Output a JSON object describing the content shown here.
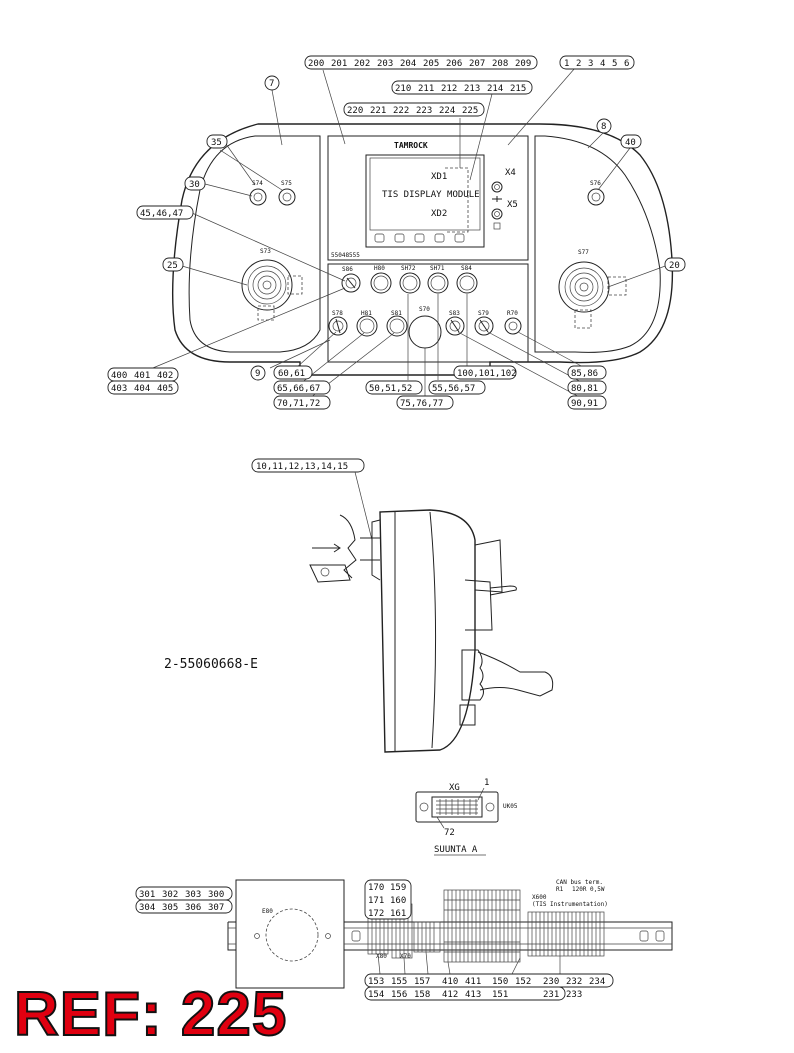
{
  "panel": {
    "brand": "TAMROCK",
    "display_module": "TIS DISPLAY MODULE",
    "xd1": "XD1",
    "xd2": "XD2",
    "x4": "X4",
    "x5": "X5",
    "part_small": "55048555",
    "sw_s74": "S74",
    "sw_s75": "S75",
    "sw_s76": "S76",
    "sw_s73": "S73",
    "sw_s77": "S77",
    "sw_s86": "S86",
    "sw_h80": "H80",
    "sw_sh72": "SH72",
    "sw_sh71": "SH71",
    "sw_s84": "S84",
    "sw_s78": "S78",
    "sw_h81": "H81",
    "sw_s81": "S81",
    "sw_s70": "S70",
    "sw_s83": "S83",
    "sw_s79": "S79",
    "sw_r70": "R70"
  },
  "callouts": {
    "top_row1": [
      "200",
      "201",
      "202",
      "203",
      "204",
      "205",
      "206",
      "207",
      "208",
      "209"
    ],
    "top_row2": [
      "210",
      "211",
      "212",
      "213",
      "214",
      "215"
    ],
    "top_row3": [
      "220",
      "221",
      "222",
      "223",
      "224",
      "225"
    ],
    "right_top": [
      "1",
      "2",
      "3",
      "4",
      "5",
      "6"
    ],
    "c7": "7",
    "c8": "8",
    "c35": "35",
    "c40": "40",
    "c30": "30",
    "c45": "45,46,47",
    "c25": "25",
    "c20": "20",
    "c9": "9",
    "c400_row1": [
      "400",
      "401",
      "402"
    ],
    "c400_row2": [
      "403",
      "404",
      "405"
    ],
    "c60": "60,61",
    "c65": "65,66,67",
    "c70": "70,71,72",
    "c50": "50,51,52",
    "c55": "55,56,57",
    "c75": "75,76,77",
    "c100": "100,101,102",
    "c85": "85,86",
    "c80": "80,81",
    "c90": "90,91"
  },
  "side_view": {
    "label_top": "10,11,12,13,14,15",
    "drawing_number": "2-55060668-E"
  },
  "connector": {
    "xg": "XG",
    "pin1": "1",
    "pin72": "72",
    "code": "UK05",
    "direction": "SUUNTA A"
  },
  "rail": {
    "e80": "E80",
    "x80": "X80",
    "x70": "X70",
    "x600": "X600",
    "tis": "(TIS Instrumentation)",
    "can_note": "CAN bus term.",
    "r1": "R1",
    "r_value": "120R 0,5W",
    "left_row1": [
      "301",
      "302",
      "303",
      "300"
    ],
    "left_row2": [
      "304",
      "305",
      "306",
      "307"
    ],
    "stack1": [
      "170",
      "171",
      "172"
    ],
    "stack2": [
      "159",
      "160",
      "161"
    ],
    "bottom_row1": [
      "153",
      "155",
      "157",
      "410",
      "411",
      "150",
      "152",
      "230",
      "232",
      "234"
    ],
    "bottom_row2": [
      "154",
      "156",
      "158",
      "412",
      "413",
      "151",
      "231",
      "233"
    ]
  },
  "ref": "REF: 225"
}
